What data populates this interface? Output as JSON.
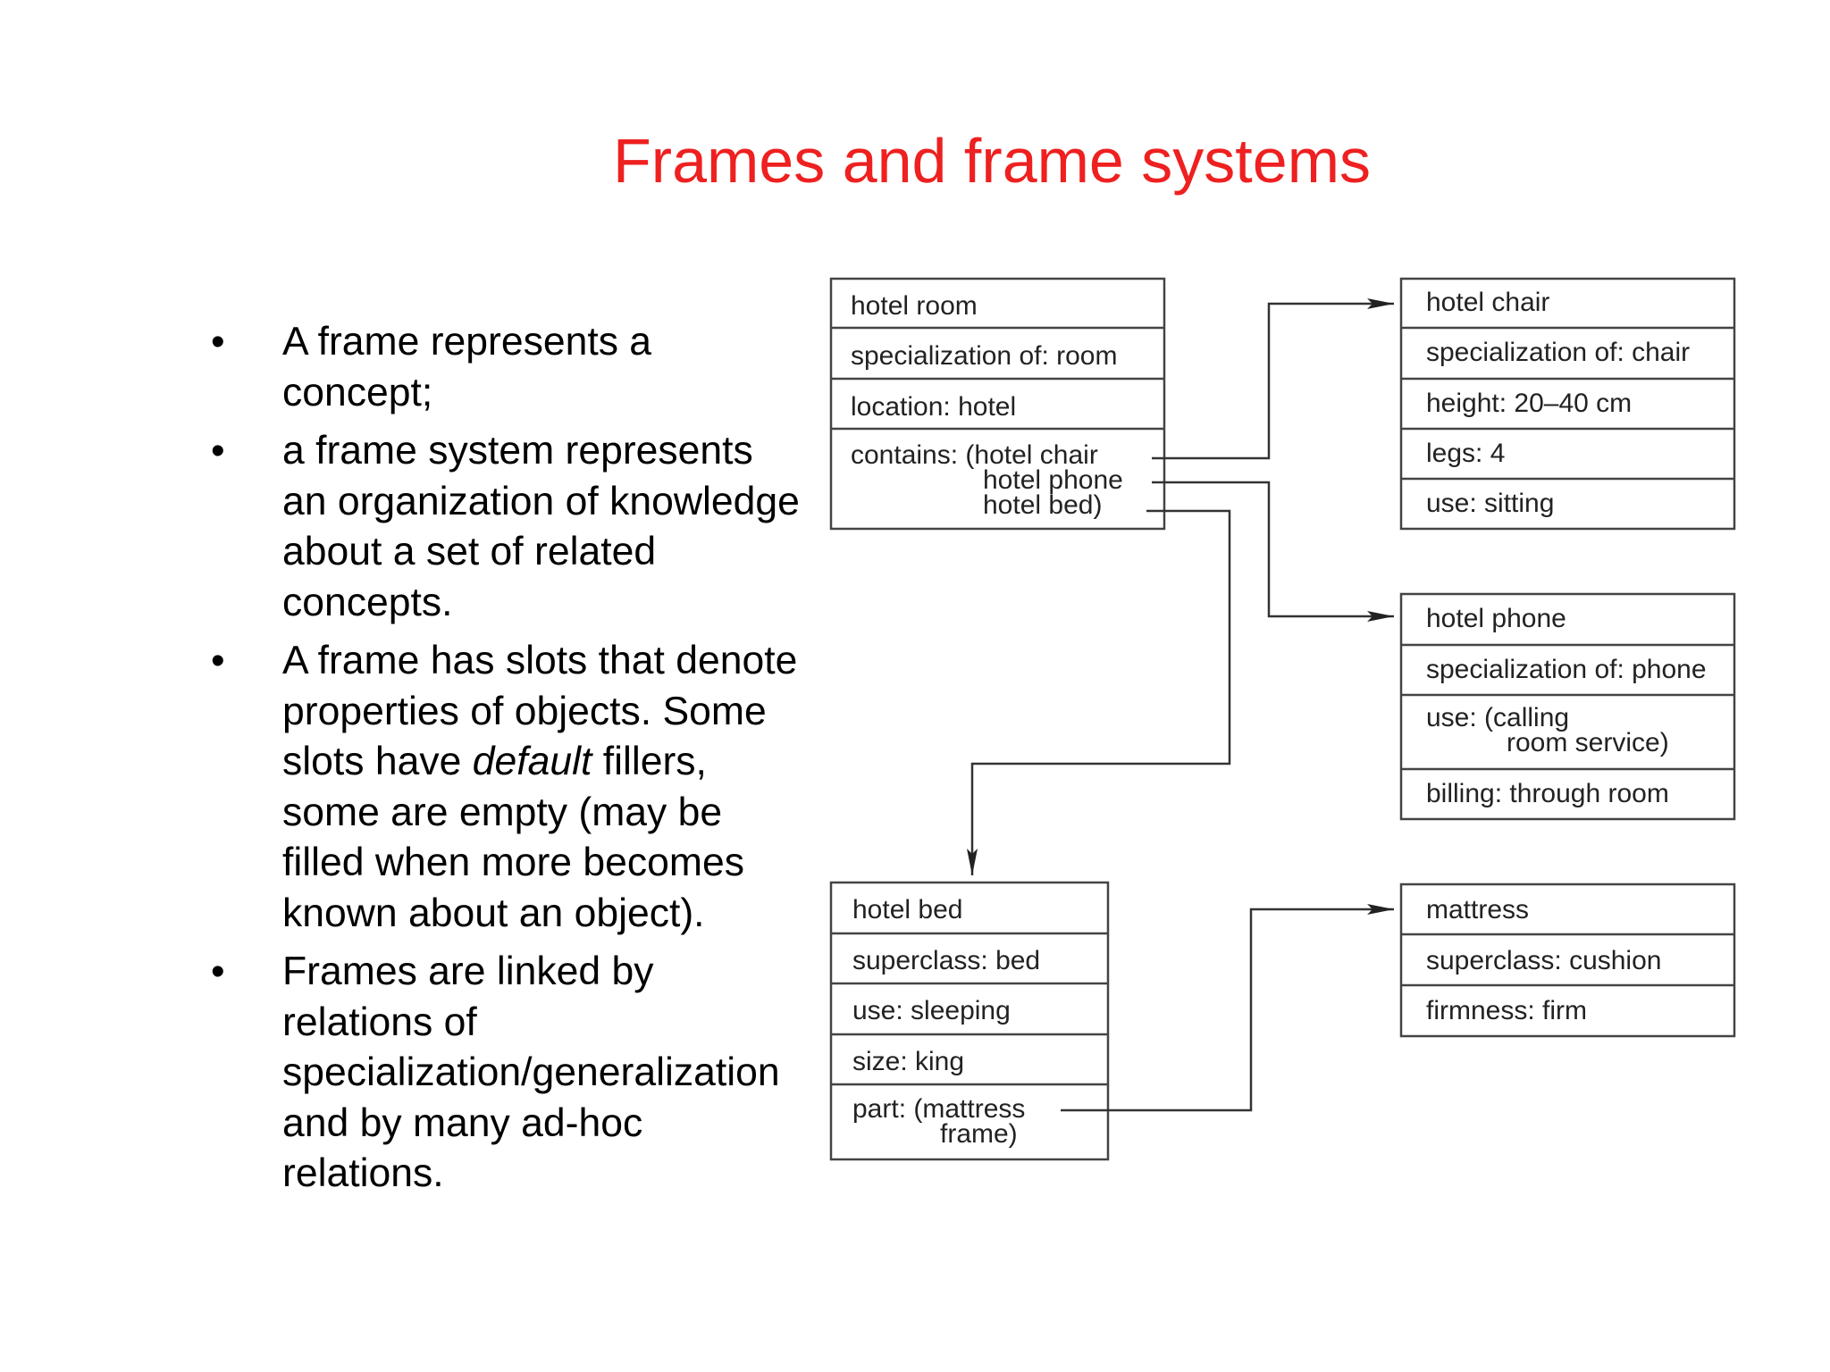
{
  "title": "Frames and frame systems",
  "bullet_symbol": "•",
  "bullets": [
    {
      "text": "A frame represents a concept;"
    },
    {
      "text": "a frame system represents an organization of knowledge about a set of related concepts."
    },
    {
      "pre": "A frame has slots that denote properties of objects. Some slots have ",
      "em": "default",
      "post": " fillers, some are empty (may be filled when more becomes known about an object)."
    },
    {
      "text": "Frames are linked by relations of specialization/generalization and by many ad-hoc relations."
    }
  ],
  "frames": {
    "hotel_room": {
      "rows": [
        "hotel room",
        "specialization of: room",
        "location: hotel"
      ],
      "contains_lines": [
        "contains: (hotel chair",
        "hotel phone",
        "hotel bed)"
      ]
    },
    "hotel_chair": {
      "rows": [
        "hotel chair",
        "specialization of: chair",
        "height: 20–40 cm",
        "legs: 4",
        "use: sitting"
      ]
    },
    "hotel_phone": {
      "rows": [
        "hotel phone",
        "specialization of: phone"
      ],
      "use_lines": [
        "use: (calling",
        "room service)"
      ],
      "billing": "billing: through room"
    },
    "hotel_bed": {
      "rows": [
        "hotel bed",
        "superclass: bed",
        "use: sleeping",
        "size: king"
      ],
      "part_lines": [
        "part: (mattress",
        "frame)"
      ]
    },
    "mattress": {
      "rows": [
        "mattress",
        "superclass: cushion",
        "firmness: firm"
      ]
    }
  }
}
